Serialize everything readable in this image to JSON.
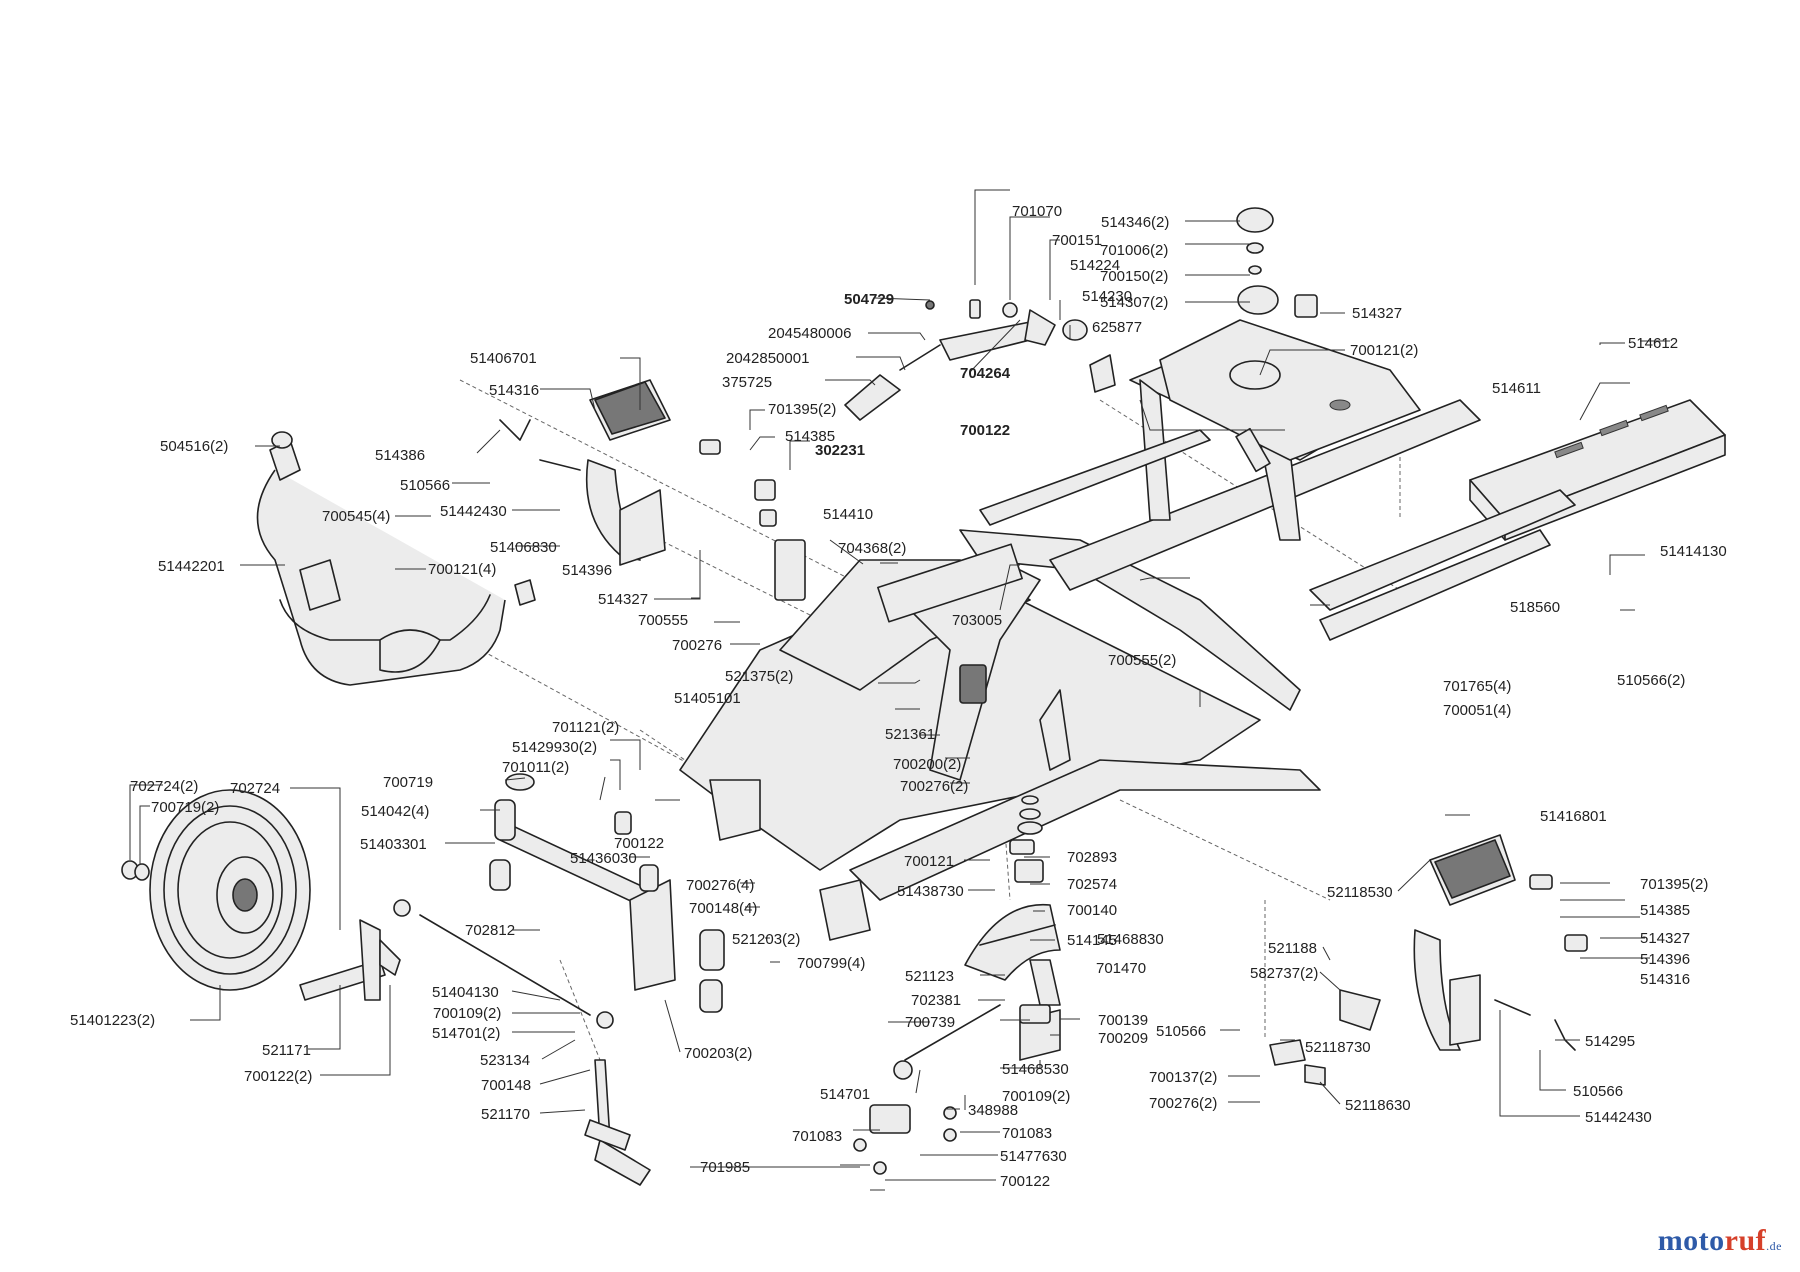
{
  "colors": {
    "watermark_a": "#2e5aa8",
    "watermark_b": "#d6402a",
    "line": "#222222"
  },
  "labels": [
    "701070",
    "700151",
    "514224",
    "514230",
    "504729",
    "625877",
    "2045480006",
    "2042850001",
    "704264",
    "375725",
    "514346(2)",
    "701006(2)",
    "700150(2)",
    "514307(2)",
    "514327",
    "700121(2)",
    "514612",
    "514611",
    "700122",
    "51406701",
    "514316",
    "514386",
    "510566",
    "51442430",
    "51406830",
    "504516(2)",
    "700545(4)",
    "700121(4)",
    "51442201",
    "701395(2)",
    "514385",
    "302231",
    "514396",
    "514327",
    "514410",
    "704368(2)",
    "700555",
    "700276",
    "703005",
    "521375(2)",
    "51405101",
    "700555(2)",
    "521361",
    "700200(2)",
    "700276(2)",
    "701765(4)",
    "700051(4)",
    "518560",
    "51414130",
    "510566(2)",
    "701121(2)",
    "51429930(2)",
    "701011(2)",
    "700719",
    "514042(4)",
    "51403301",
    "700122",
    "51436030",
    "700276(4)",
    "700148(4)",
    "521203(2)",
    "700799(4)",
    "702812",
    "702724(2)",
    "702724",
    "700719(2)",
    "51401223(2)",
    "521171",
    "700122(2)",
    "51404130",
    "700109(2)",
    "514701(2)",
    "523134",
    "700148",
    "521170",
    "700203(2)",
    "702893",
    "702574",
    "700140",
    "514145",
    "700121",
    "51438730",
    "51468830",
    "521123",
    "701470",
    "702381",
    "700739",
    "700139",
    "700209",
    "51468530",
    "514701",
    "700109(2)",
    "348988",
    "701083",
    "701083",
    "51477630",
    "701985",
    "700122",
    "51416801",
    "701395(2)",
    "514385",
    "514327",
    "514396",
    "514316",
    "52118530",
    "521188",
    "582737(2)",
    "510566",
    "52118730",
    "700137(2)",
    "700276(2)",
    "52118630",
    "514295",
    "510566",
    "51442430"
  ],
  "watermark": {
    "text_a": "moto",
    "text_b": "ruf",
    "tld": ".de"
  }
}
